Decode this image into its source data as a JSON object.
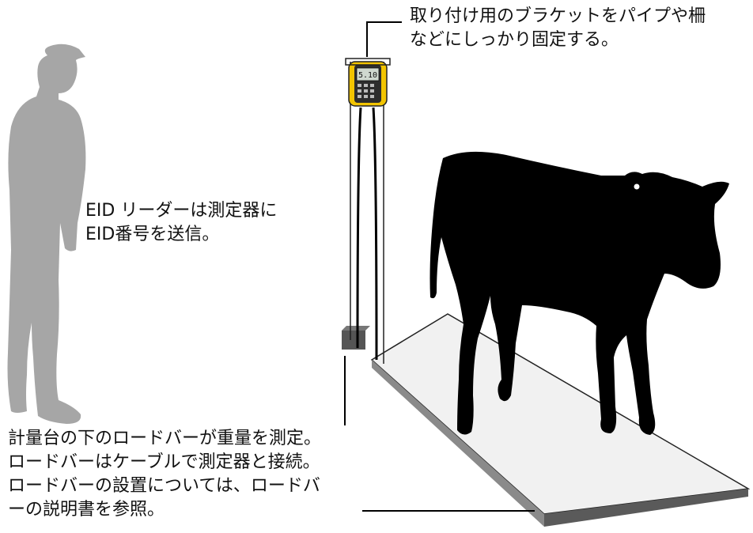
{
  "labels": {
    "bracket": {
      "line1": "取り付け用のブラケットをパイプや柵",
      "line2": "などにしっかり固定する。"
    },
    "eid_reader": {
      "line1": "EID リーダーは測定器に",
      "line2": "EID番号を送信。"
    },
    "load_bar": {
      "line1": "計量台の下のロードバーが重量を測定。",
      "line2": "ロードバーはケーブルで測定器と接続。",
      "line3": "ロードバーの設置については、ロードバ",
      "line4": "ーの説明書を参照。"
    }
  },
  "device": {
    "display_reading": "5.10"
  },
  "colors": {
    "person": "#a6a6a6",
    "animal": "#000000",
    "device_body": "#f2c400",
    "platform": "#f1f1f1",
    "platform_side": "#5a5a5a",
    "leader_line": "#000000"
  }
}
